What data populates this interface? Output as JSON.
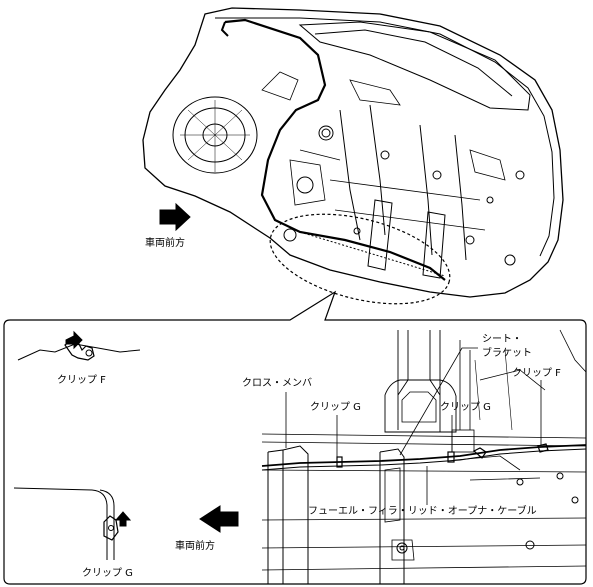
{
  "labels": {
    "front_top": "車両前方",
    "front_bottom": "車両前方",
    "clip_f_detail": "クリップ F",
    "clip_g_detail": "クリップ G",
    "cross_member": "クロス・メンバ",
    "clip_g_1": "クリップ G",
    "clip_g_2": "クリップ G",
    "clip_f_right": "クリップ F",
    "seat_bracket_line1": "シート・",
    "seat_bracket_line2": "ブラケット",
    "fuel_cable": "フューエル・フィラ・リッド・オープナ・ケーブル"
  },
  "icons": {
    "arrow_top": "arrow-right-icon",
    "arrow_bottom": "arrow-left-icon"
  }
}
